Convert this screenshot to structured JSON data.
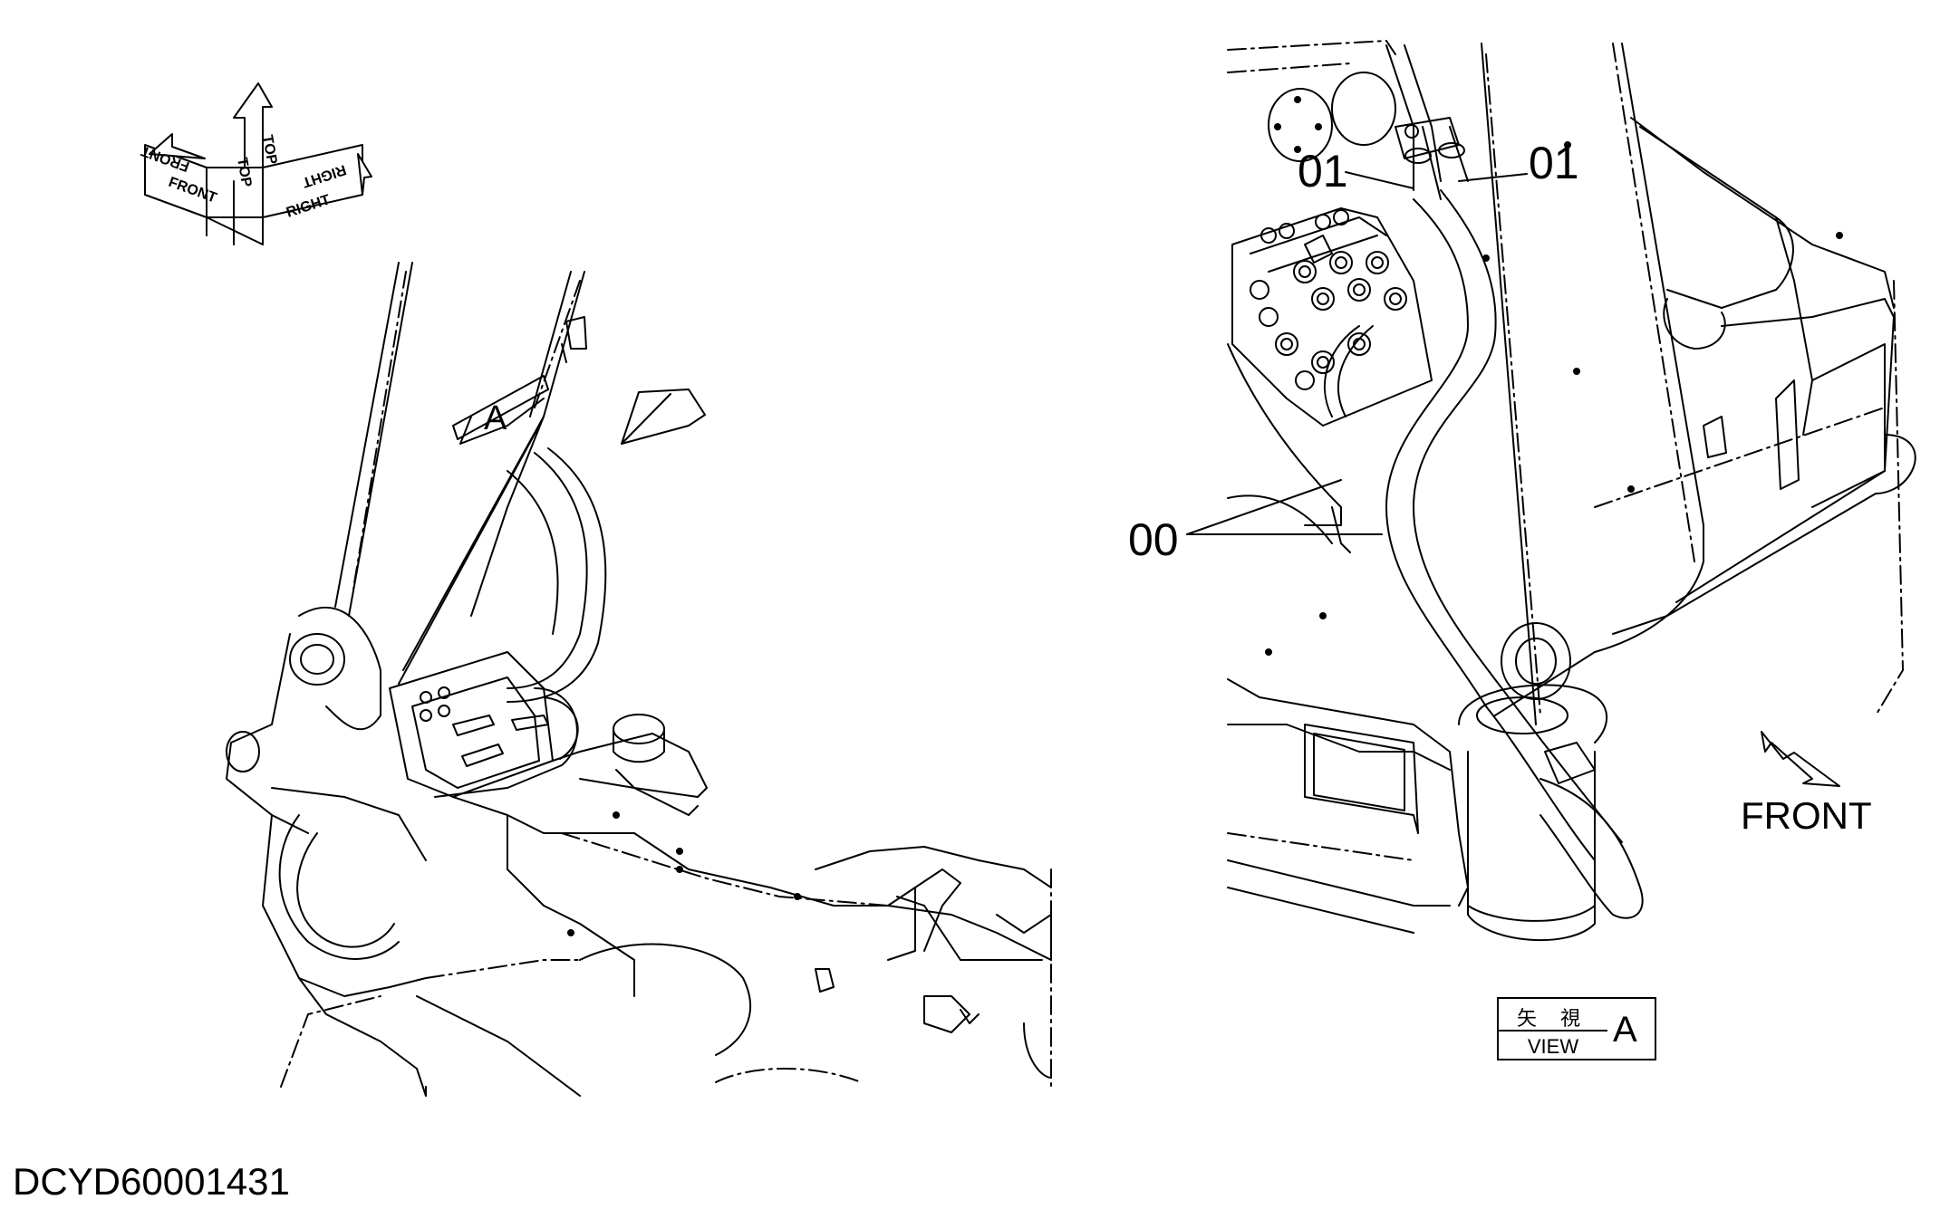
{
  "document": {
    "id": "DCYD60001431"
  },
  "callouts": {
    "part_01_left": "01",
    "part_01_right": "01",
    "part_00": "00"
  },
  "view_marker": {
    "letter": "A"
  },
  "front_indicator": {
    "label": "FRONT",
    "icon": "arrow-front-icon"
  },
  "view_label": {
    "japanese": "矢 視",
    "english": "VIEW",
    "letter": "A"
  },
  "orientation_symbol": {
    "icon": "orientation-arrows-icon",
    "front": "FRONT",
    "top_a": "TOP",
    "top_b": "TOP",
    "right_a": "RIGHT",
    "right_b": "RIGHT"
  }
}
